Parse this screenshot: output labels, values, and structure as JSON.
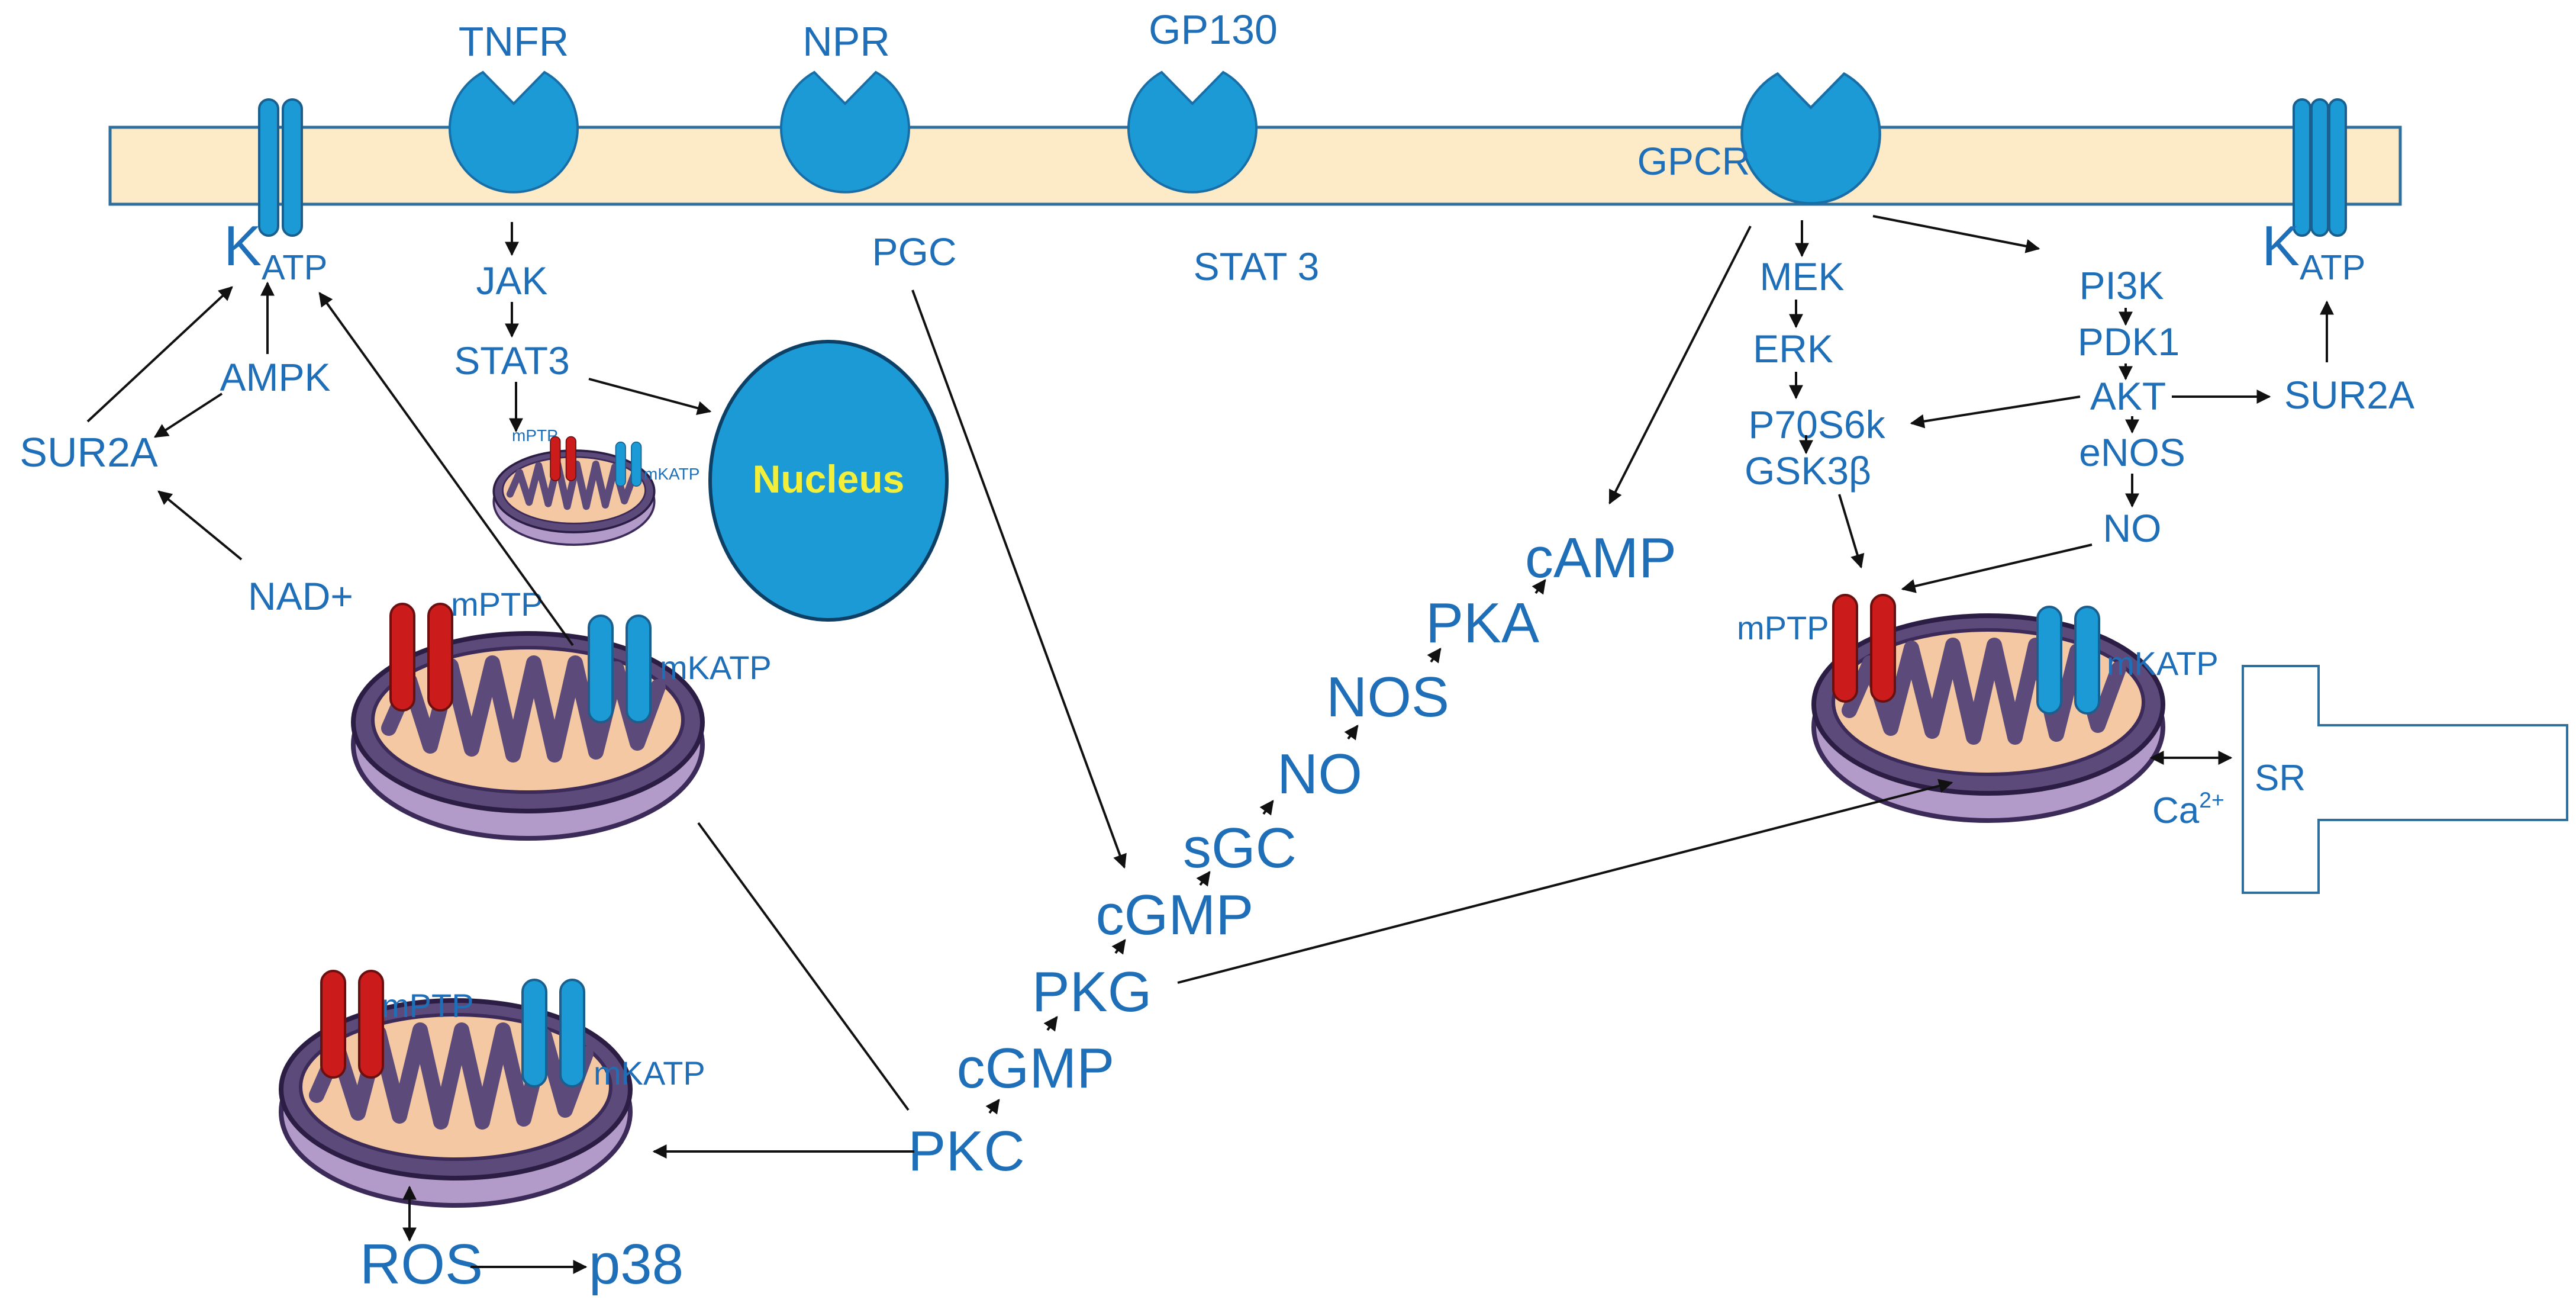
{
  "membrane": {
    "receptors": [
      "TNFR",
      "NPR",
      "GP130",
      "GPCR"
    ]
  },
  "compartments": {
    "nucleus": "Nucleus",
    "sr": "SR"
  },
  "labels": {
    "katp_main": "K",
    "katp_sub": "ATP",
    "sur2a": "SUR2A",
    "ampk": "AMPK",
    "nad": "NAD+",
    "jak": "JAK",
    "stat3": "STAT3",
    "pgc": "PGC",
    "stat_3": "STAT 3",
    "mek": "MEK",
    "erk": "ERK",
    "p70s6k": "P70S6k",
    "gsk3b": "GSK3β",
    "pi3k": "PI3K",
    "pdk1": "PDK1",
    "akt": "AKT",
    "enos": "eNOS",
    "no": "NO",
    "camp": "cAMP",
    "pka": "PKA",
    "nos": "NOS",
    "sgc": "sGC",
    "cgmp": "cGMP",
    "pkg": "PKG",
    "pkc": "PKC",
    "ros": "ROS",
    "p38": "p38",
    "mptp": "mPTP",
    "mkatp": "mKATP",
    "ca_main": "Ca",
    "ca_sup": "2+"
  },
  "colors": {
    "text": "#1f6fb8",
    "membrane_fill": "#fcebc6",
    "receptor": "#1c9ad6",
    "ptp": "#cc1b1b",
    "nucleus_text": "#f2ee3a"
  }
}
